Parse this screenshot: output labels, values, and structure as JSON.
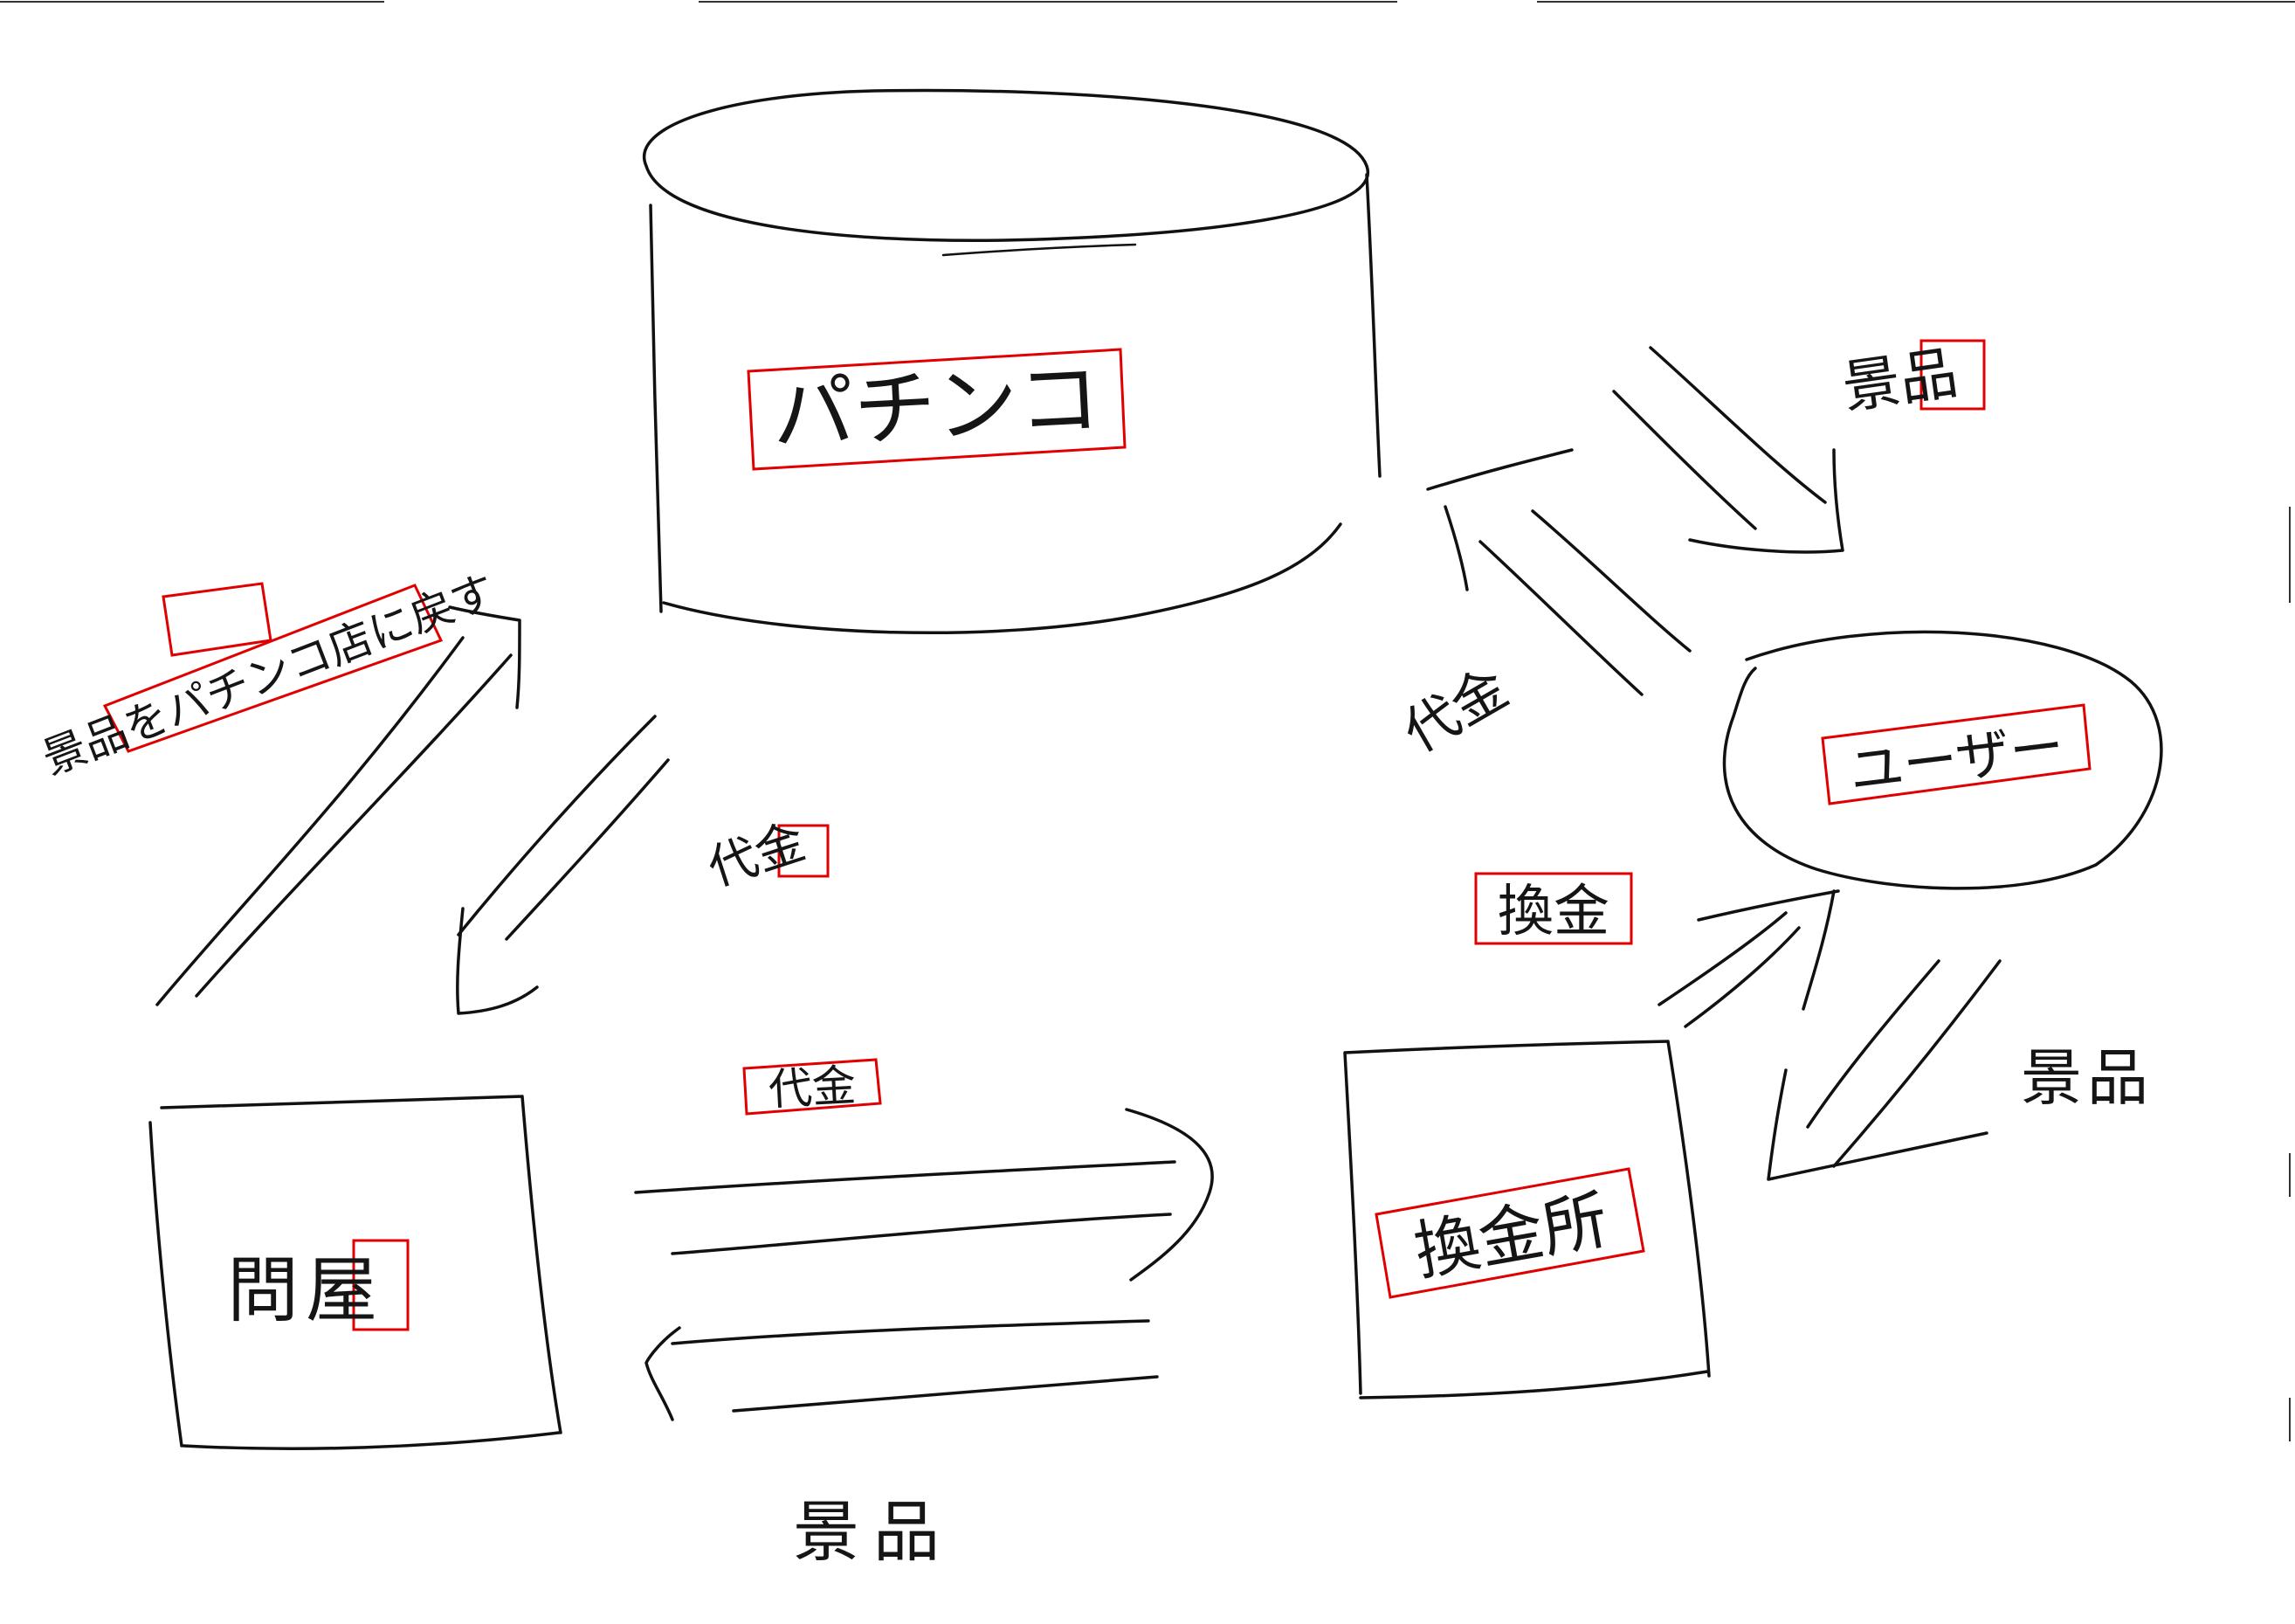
{
  "nodes": {
    "pachinko": {
      "label": "パチンコ"
    },
    "user": {
      "label": "ユーザー"
    },
    "tonya": {
      "label": "問屋"
    },
    "exchange": {
      "label": "換金所"
    }
  },
  "edges": {
    "pachinko_to_user": {
      "label": "景品"
    },
    "user_to_pachinko": {
      "label": "代金"
    },
    "pachinko_to_tonya": {
      "label": "代金"
    },
    "tonya_to_pachinko": {
      "label": "景品をパチンコ店に戻す"
    },
    "tonya_to_exchange": {
      "label": "代金"
    },
    "exchange_to_tonya": {
      "label": "景品"
    },
    "exchange_to_user": {
      "label": "換金"
    },
    "user_to_exchange": {
      "label": "景品"
    }
  },
  "colors": {
    "ink": "#111111",
    "highlight_box": "#e00000",
    "background": "#ffffff"
  }
}
